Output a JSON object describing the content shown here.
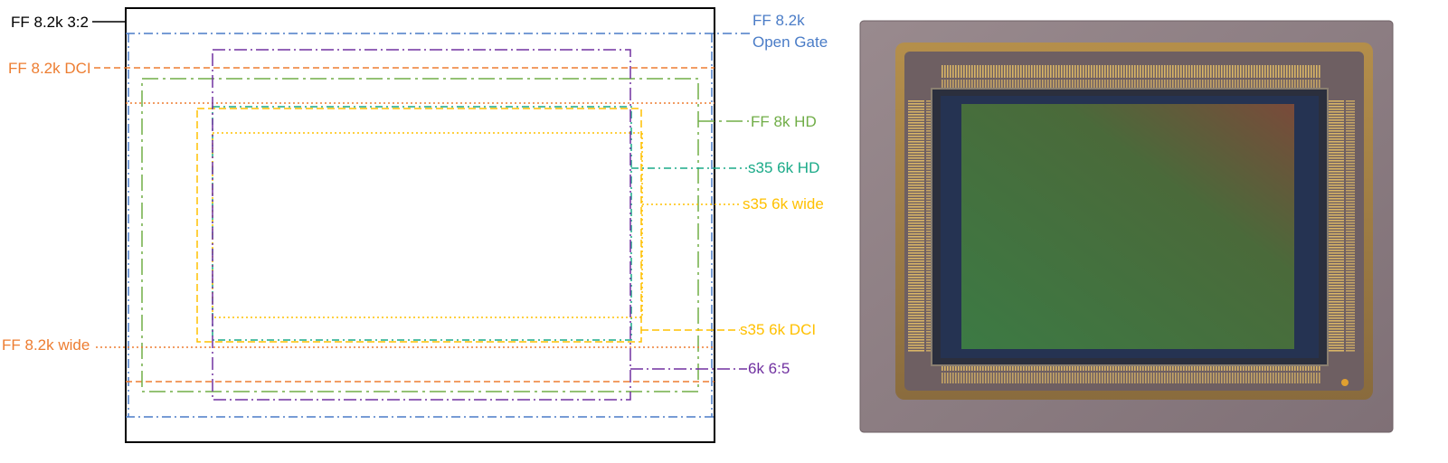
{
  "diagram": {
    "frames": [
      {
        "key": "ff82k32",
        "label": "FF 8.2k 3:2",
        "label2": "",
        "color": "#000000"
      },
      {
        "key": "ff82kopen",
        "label": "FF 8.2k",
        "label2": "Open Gate",
        "color": "#4a7cc7"
      },
      {
        "key": "ff82kdci",
        "label": "FF 8.2k DCI",
        "label2": "",
        "color": "#ed7d31"
      },
      {
        "key": "ff8khd",
        "label": "FF 8k HD",
        "label2": "",
        "color": "#70ad47"
      },
      {
        "key": "s356khd",
        "label": "s35 6k HD",
        "label2": "",
        "color": "#1aaa88"
      },
      {
        "key": "s356kwide",
        "label": "s35 6k wide",
        "label2": "",
        "color": "#ffc000"
      },
      {
        "key": "s356kdci",
        "label": "s35 6k DCI",
        "label2": "",
        "color": "#ffc000"
      },
      {
        "key": "ff82kwide",
        "label": "FF 8.2k wide",
        "label2": "",
        "color": "#ed7d31"
      },
      {
        "key": "6k65",
        "label": "6k 6:5",
        "label2": "",
        "color": "#7030a0"
      }
    ]
  },
  "sensor_photo": {
    "icon": "image-sensor-chip-icon",
    "colors": {
      "package": "#8c7a80",
      "gold": "#b58a3a",
      "glass": "#243050",
      "active_area": "#3f6a3e"
    }
  }
}
